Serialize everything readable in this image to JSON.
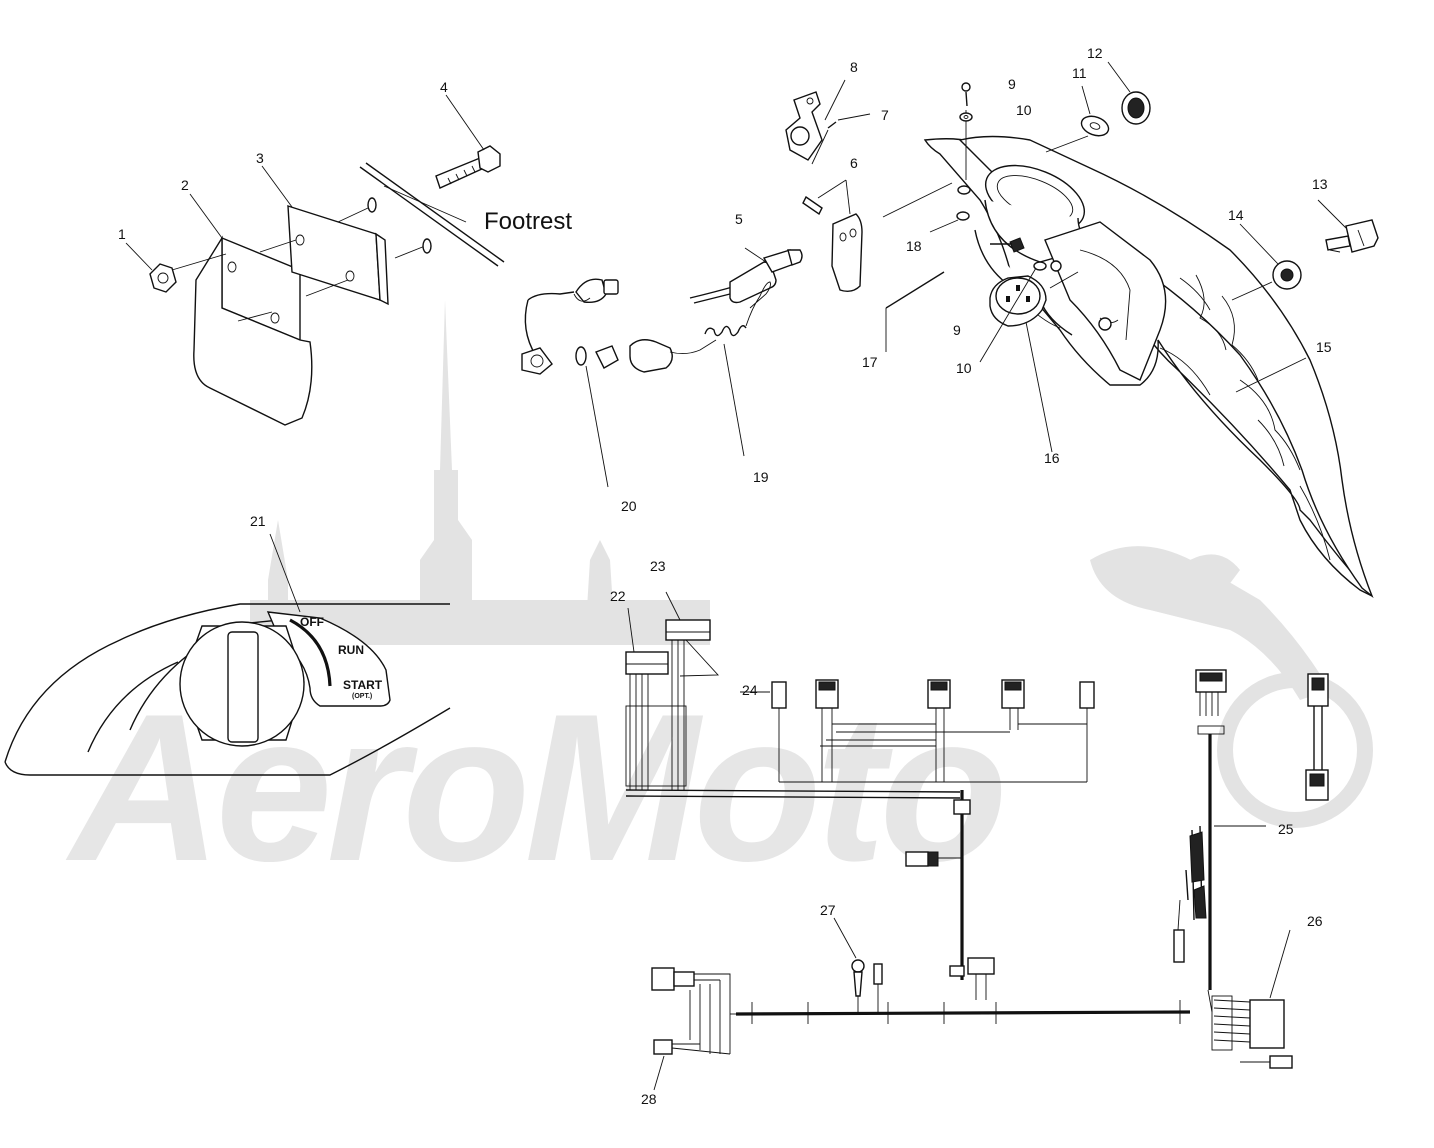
{
  "diagram": {
    "watermark": "AeroMoto",
    "labels": {
      "footrest": "Footrest",
      "switch_off": "OFF",
      "switch_run": "RUN",
      "switch_start": "START",
      "switch_opt": "(OPT.)"
    },
    "callouts": [
      {
        "id": "1",
        "text": "1"
      },
      {
        "id": "2",
        "text": "2"
      },
      {
        "id": "3",
        "text": "3"
      },
      {
        "id": "4",
        "text": "4"
      },
      {
        "id": "5",
        "text": "5"
      },
      {
        "id": "6",
        "text": "6"
      },
      {
        "id": "7",
        "text": "7"
      },
      {
        "id": "8",
        "text": "8"
      },
      {
        "id": "9a",
        "text": "9"
      },
      {
        "id": "10a",
        "text": "10"
      },
      {
        "id": "11",
        "text": "11"
      },
      {
        "id": "12",
        "text": "12"
      },
      {
        "id": "13",
        "text": "13"
      },
      {
        "id": "14",
        "text": "14"
      },
      {
        "id": "15",
        "text": "15"
      },
      {
        "id": "16",
        "text": "16"
      },
      {
        "id": "17",
        "text": "17"
      },
      {
        "id": "18",
        "text": "18"
      },
      {
        "id": "9b",
        "text": "9"
      },
      {
        "id": "10b",
        "text": "10"
      },
      {
        "id": "19",
        "text": "19"
      },
      {
        "id": "20",
        "text": "20"
      },
      {
        "id": "21",
        "text": "21"
      },
      {
        "id": "22",
        "text": "22"
      },
      {
        "id": "23",
        "text": "23"
      },
      {
        "id": "24",
        "text": "24"
      },
      {
        "id": "25",
        "text": "25"
      },
      {
        "id": "26",
        "text": "26"
      },
      {
        "id": "27",
        "text": "27"
      },
      {
        "id": "28",
        "text": "28"
      }
    ]
  }
}
